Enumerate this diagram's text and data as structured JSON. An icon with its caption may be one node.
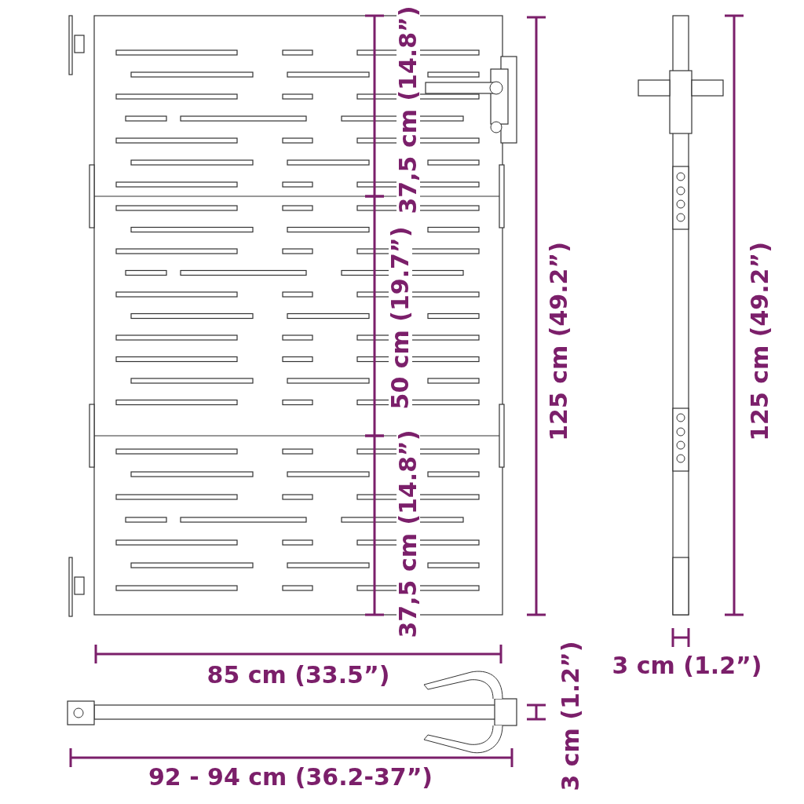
{
  "diagram": {
    "labels": [
      "37,5 cm (14.8”)",
      "50 cm (19.7”)",
      "37,5 cm (14.8”)",
      "125 cm (49.2”)",
      "125 cm (49.2”)",
      "85 cm (33.5”)",
      "3 cm (1.2”)",
      "3 cm (1.2”)",
      "92 - 94 cm (36.2-37”)"
    ]
  }
}
